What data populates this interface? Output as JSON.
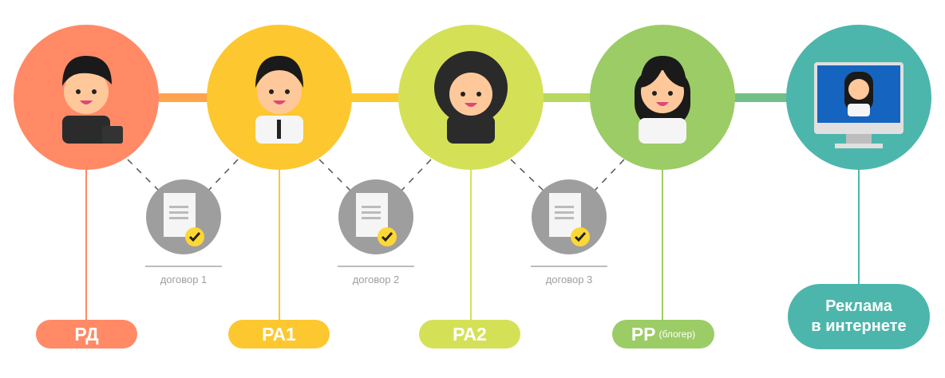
{
  "roles": [
    {
      "label": "РД",
      "color": "#ff8a65"
    },
    {
      "label": "РА1",
      "color": "#fdc72f"
    },
    {
      "label": "РА2",
      "color": "#d4e157"
    },
    {
      "label": "РР",
      "sub": "(блогер)",
      "color": "#9ccc65"
    }
  ],
  "final": {
    "line1": "Реклама",
    "line2": "в интернете",
    "color": "#4db6ac"
  },
  "contracts": [
    "договор 1",
    "договор 2",
    "договор 3"
  ]
}
